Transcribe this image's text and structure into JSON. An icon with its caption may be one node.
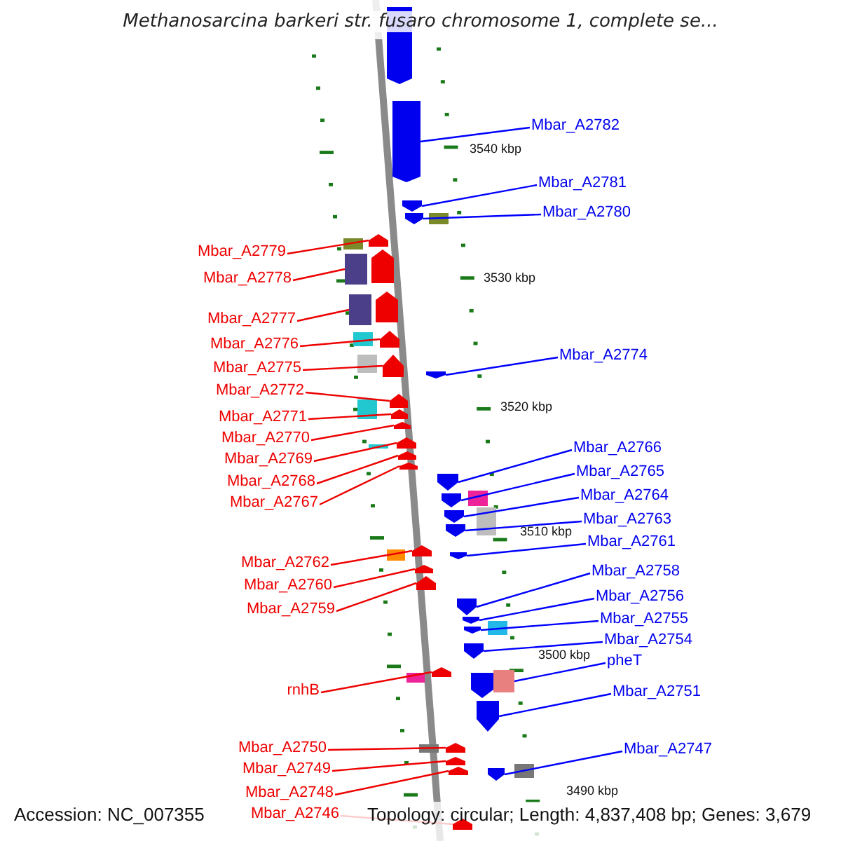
{
  "diagram": {
    "title": "Methanosarcina barkeri str. fusaro chromosome 1, complete se...",
    "nodes": [
      {
        "text": [
          "Mbar_A2782"
        ]
      },
      {
        "text": [
          "Mbar_A2781"
        ]
      },
      {
        "text": [
          "Mbar_A2780"
        ]
      },
      {
        "text": [
          "Mbar_A2779"
        ]
      },
      {
        "text": [
          "Mbar_A2778"
        ]
      },
      {
        "text": [
          "Mbar_A2777"
        ]
      },
      {
        "text": [
          "Mbar_A2776"
        ]
      },
      {
        "text": [
          "Mbar_A2774"
        ]
      },
      {
        "text": [
          "Mbar_A2775"
        ]
      },
      {
        "text": [
          "Mbar_A2772"
        ]
      },
      {
        "text": [
          "Mbar_A2771"
        ]
      },
      {
        "text": [
          "Mbar_A2770"
        ]
      },
      {
        "text": [
          "Mbar_A2766"
        ]
      },
      {
        "text": [
          "Mbar_A2769"
        ]
      },
      {
        "text": [
          "Mbar_A2765"
        ]
      },
      {
        "text": [
          "Mbar_A2768"
        ]
      },
      {
        "text": [
          "Mbar_A2764"
        ]
      },
      {
        "text": [
          "Mbar_A2767"
        ]
      },
      {
        "text": [
          "Mbar_A2763"
        ]
      },
      {
        "text": [
          "Mbar_A2761"
        ]
      },
      {
        "text": [
          "Mbar_A2762"
        ]
      },
      {
        "text": [
          "Mbar_A2758"
        ]
      },
      {
        "text": [
          "Mbar_A2760"
        ]
      },
      {
        "text": [
          "Mbar_A2756"
        ]
      },
      {
        "text": [
          "Mbar_A2759"
        ]
      },
      {
        "text": [
          "Mbar_A2755"
        ]
      },
      {
        "text": [
          "Mbar_A2754"
        ]
      },
      {
        "text": [
          "pheT"
        ]
      },
      {
        "text": [
          "rnhB"
        ]
      },
      {
        "text": [
          "Mbar_A2751"
        ]
      },
      {
        "text": [
          "Mbar_A2750"
        ]
      },
      {
        "text": [
          "Mbar_A2747"
        ]
      },
      {
        "text": [
          "Mbar_A2749"
        ]
      },
      {
        "text": [
          "Mbar_A2748"
        ]
      },
      {
        "text": [
          "Mbar_A2746"
        ]
      },
      {
        "text": [],
        "shape": "bar"
      },
      {
        "text": [],
        "shape": "bar"
      },
      {
        "text": [],
        "shape": "arrow"
      },
      {
        "text": [],
        "shape": "arrow"
      },
      {
        "text": [],
        "shape": "arrow"
      },
      {
        "text": [],
        "shape": "box"
      },
      {
        "text": [],
        "shape": "box"
      },
      {
        "text": [],
        "shape": "arrow"
      },
      {
        "text": [],
        "shape": "arrow"
      },
      {
        "text": [],
        "shape": "arrow"
      },
      {
        "text": [],
        "shape": "arrow"
      },
      {
        "text": [],
        "shape": "arrow"
      },
      {
        "text": [],
        "shape": "arrow"
      },
      {
        "text": [],
        "shape": "arrow"
      },
      {
        "text": [],
        "shape": "arrow"
      },
      {
        "text": [],
        "shape": "arrow"
      },
      {
        "text": [],
        "shape": "arrow"
      },
      {
        "text": [],
        "shape": "arrow"
      },
      {
        "text": [],
        "shape": "arrow"
      },
      {
        "text": [],
        "shape": "arrow"
      },
      {
        "text": [],
        "shape": "arrow"
      },
      {
        "text": [],
        "shape": "arrow"
      },
      {
        "text": [],
        "shape": "arrow"
      },
      {
        "text": [],
        "shape": "arrow"
      },
      {
        "text": [],
        "shape": "arrow"
      },
      {
        "text": [],
        "shape": "arrow"
      },
      {
        "text": [],
        "shape": "arrow"
      },
      {
        "text": [],
        "shape": "arrow"
      },
      {
        "text": [],
        "shape": "arrow"
      },
      {
        "text": [],
        "shape": "box"
      },
      {
        "text": [],
        "shape": "arrow"
      },
      {
        "text": [],
        "shape": "arrow"
      },
      {
        "text": [],
        "shape": "arrow"
      },
      {
        "text": [],
        "shape": "arrow"
      },
      {
        "text": [],
        "shape": "arrow"
      },
      {
        "text": [],
        "shape": "arrow"
      }
    ],
    "edges": [
      {
        "from": 0,
        "to": 36,
        "arrow": "none",
        "color": "#0000ff"
      },
      {
        "from": 1,
        "to": 37,
        "arrow": "none",
        "color": "#0000ff"
      },
      {
        "from": 2,
        "to": 38,
        "arrow": "none",
        "color": "#0000ff"
      },
      {
        "from": 3,
        "to": 39,
        "arrow": "none"
      },
      {
        "from": 4,
        "to": 40,
        "arrow": "none"
      },
      {
        "from": 5,
        "to": 41,
        "arrow": "none"
      },
      {
        "from": 6,
        "to": 42,
        "arrow": "none"
      },
      {
        "from": 7,
        "to": 44,
        "arrow": "none",
        "color": "#0000ff"
      },
      {
        "from": 8,
        "to": 43,
        "arrow": "none"
      },
      {
        "from": 9,
        "to": 45,
        "arrow": "none"
      },
      {
        "from": 10,
        "to": 46,
        "arrow": "none"
      },
      {
        "from": 11,
        "to": 47,
        "arrow": "none"
      },
      {
        "from": 12,
        "to": 51,
        "arrow": "none",
        "color": "#0000ff"
      },
      {
        "from": 13,
        "to": 48,
        "arrow": "none"
      },
      {
        "from": 14,
        "to": 52,
        "arrow": "none",
        "color": "#0000ff"
      },
      {
        "from": 15,
        "to": 49,
        "arrow": "none"
      },
      {
        "from": 16,
        "to": 53,
        "arrow": "none",
        "color": "#0000ff"
      },
      {
        "from": 17,
        "to": 50,
        "arrow": "none"
      },
      {
        "from": 18,
        "to": 54,
        "arrow": "none",
        "color": "#0000ff"
      },
      {
        "from": 19,
        "to": 56,
        "arrow": "none",
        "color": "#0000ff"
      },
      {
        "from": 20,
        "to": 55,
        "arrow": "none"
      },
      {
        "from": 21,
        "to": 59,
        "arrow": "none",
        "color": "#0000ff"
      },
      {
        "from": 22,
        "to": 57,
        "arrow": "none"
      },
      {
        "from": 23,
        "to": 60,
        "arrow": "none",
        "color": "#0000ff"
      },
      {
        "from": 24,
        "to": 58,
        "arrow": "none"
      },
      {
        "from": 25,
        "to": 61,
        "arrow": "none",
        "color": "#0000ff"
      },
      {
        "from": 26,
        "to": 62,
        "arrow": "none",
        "color": "#0000ff"
      },
      {
        "from": 27,
        "to": 64,
        "arrow": "none",
        "color": "#0000ff"
      },
      {
        "from": 28,
        "to": 63,
        "arrow": "none"
      },
      {
        "from": 29,
        "to": 65,
        "arrow": "none",
        "color": "#0000ff"
      },
      {
        "from": 30,
        "to": 66,
        "arrow": "none"
      },
      {
        "from": 31,
        "to": 69,
        "arrow": "none",
        "color": "#0000ff"
      },
      {
        "from": 32,
        "to": 67,
        "arrow": "none"
      },
      {
        "from": 33,
        "to": 68,
        "arrow": "none"
      },
      {
        "from": 34,
        "to": 70,
        "arrow": "none"
      }
    ],
    "labels": [
      "3540 kbp",
      "3530 kbp",
      "3520 kbp",
      "3510 kbp",
      "3500 kbp",
      "3490 kbp",
      "Accession: NC_007355",
      "Topology: circular; Length: 4,837,408 bp; Genes: 3,679"
    ]
  }
}
